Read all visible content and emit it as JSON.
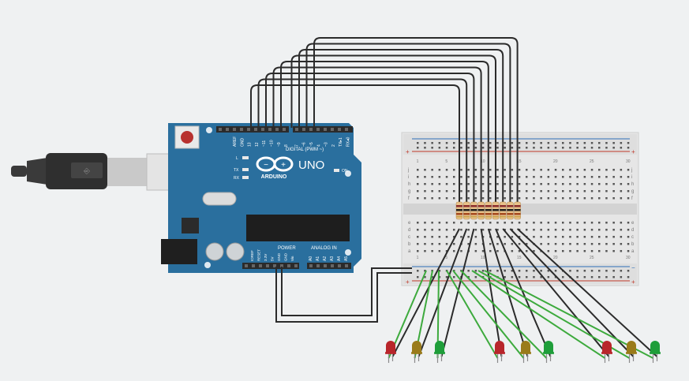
{
  "canvas": {
    "background": "#eff1f2"
  },
  "arduino": {
    "model": "UNO",
    "brand": "ARDUINO",
    "board_color": "#2a6f9e",
    "digital_label": "DIGITAL (PWM ~)",
    "power_label": "POWER",
    "analog_label": "ANALOG IN",
    "on_label": "ON",
    "led_l": "L",
    "led_tx": "TX",
    "led_rx": "RX",
    "digital_pins": [
      "AREF",
      "GND",
      "13",
      "12",
      "~11",
      "~10",
      "~9",
      "8",
      "7",
      "~6",
      "~5",
      "4",
      "~3",
      "2",
      "TX▸1",
      "RX◂0"
    ],
    "power_pins": [
      "IOREF",
      "RESET",
      "3.3V",
      "5V",
      "GND",
      "GND",
      "Vin"
    ],
    "analog_pins": [
      "A0",
      "A1",
      "A2",
      "A3",
      "A4",
      "A5"
    ]
  },
  "breadboard": {
    "column_numbers": [
      "1",
      "",
      "",
      "",
      "5",
      "",
      "",
      "",
      "",
      "10",
      "",
      "",
      "",
      "",
      "15",
      "",
      "",
      "",
      "",
      "20",
      "",
      "",
      "",
      "",
      "25",
      "",
      "",
      "",
      "",
      "30"
    ],
    "row_letters_top": [
      "j",
      "i",
      "h",
      "g",
      "f"
    ],
    "row_letters_bottom": [
      "e",
      "d",
      "c",
      "b",
      "a"
    ],
    "rail_plus": "+",
    "rail_minus": "−"
  },
  "leds": [
    {
      "color": "#b8262b"
    },
    {
      "color": "#9a7b1a"
    },
    {
      "color": "#1f9e3a"
    },
    {
      "color": "#b8262b"
    },
    {
      "color": "#9a7b1a"
    },
    {
      "color": "#1f9e3a"
    },
    {
      "color": "#b8262b"
    },
    {
      "color": "#9a7b1a"
    },
    {
      "color": "#1f9e3a"
    }
  ],
  "wire_colors": {
    "signal": "#2b2b2b",
    "ground": "#3daa3d"
  }
}
